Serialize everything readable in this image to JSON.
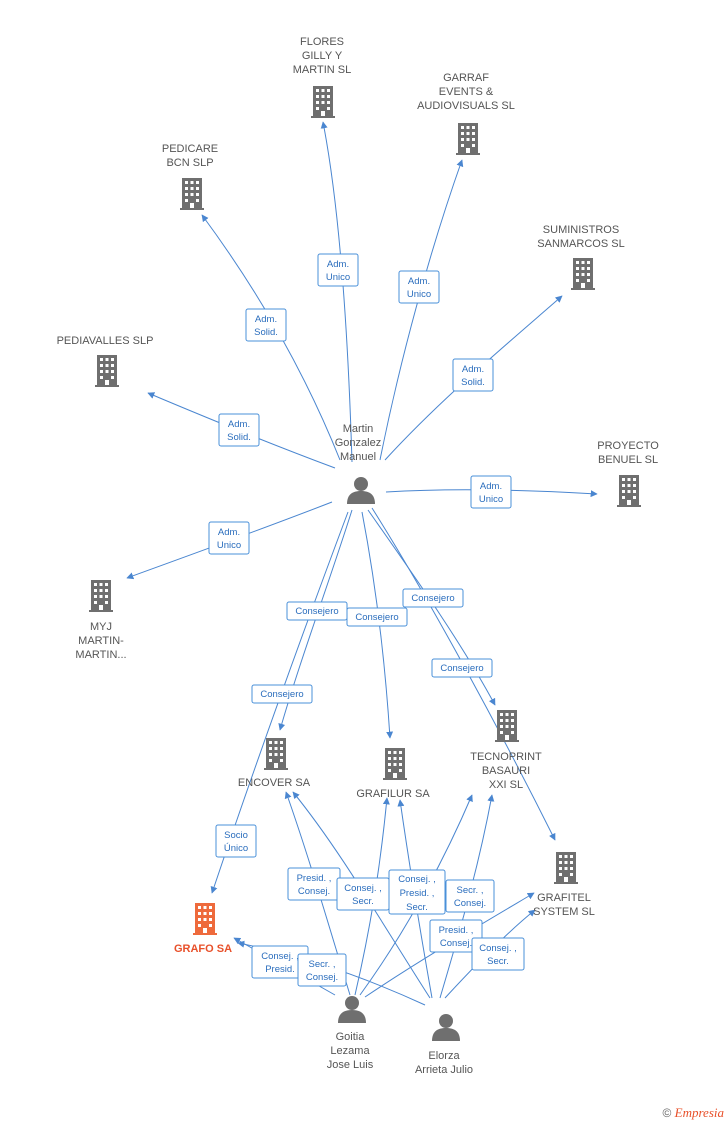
{
  "companies": [
    {
      "id": "flores",
      "lines": [
        "FLORES",
        "GILLY Y",
        "MARTIN SL"
      ],
      "highlight": false
    },
    {
      "id": "garraf",
      "lines": [
        "GARRAF",
        "EVENTS &",
        "AUDIOVISUALS SL"
      ],
      "highlight": false
    },
    {
      "id": "pedicare",
      "lines": [
        "PEDICARE",
        "BCN SLP"
      ],
      "highlight": false
    },
    {
      "id": "suministros",
      "lines": [
        "SUMINISTROS",
        "SANMARCOS SL"
      ],
      "highlight": false
    },
    {
      "id": "pediavalles",
      "lines": [
        "PEDIAVALLES SLP"
      ],
      "highlight": false
    },
    {
      "id": "proyecto",
      "lines": [
        "PROYECTO",
        "BENUEL  SL"
      ],
      "highlight": false
    },
    {
      "id": "myj",
      "lines": [
        "MYJ",
        "MARTIN-",
        "MARTIN..."
      ],
      "highlight": false
    },
    {
      "id": "encover",
      "lines": [
        "ENCOVER SA"
      ],
      "highlight": false
    },
    {
      "id": "grafilur",
      "lines": [
        "GRAFILUR SA"
      ],
      "highlight": false
    },
    {
      "id": "tecnoprint",
      "lines": [
        "TECNOPRINT",
        "BASAURI",
        "XXI SL"
      ],
      "highlight": false
    },
    {
      "id": "grafitel",
      "lines": [
        "GRAFITEL",
        "SYSTEM SL"
      ],
      "highlight": false
    },
    {
      "id": "grafo",
      "lines": [
        "GRAFO SA"
      ],
      "highlight": true
    }
  ],
  "persons": [
    {
      "id": "martin",
      "lines": [
        "Martin",
        "Gonzalez",
        "Manuel"
      ]
    },
    {
      "id": "goitia",
      "lines": [
        "Goitia",
        "Lezama",
        "Jose Luis"
      ]
    },
    {
      "id": "elorza",
      "lines": [
        "Elorza",
        "Arrieta Julio"
      ]
    }
  ],
  "roles": [
    {
      "id": "r1",
      "lines": [
        "Adm.",
        "Unico"
      ]
    },
    {
      "id": "r2",
      "lines": [
        "Adm.",
        "Unico"
      ]
    },
    {
      "id": "r3",
      "lines": [
        "Adm.",
        "Solid."
      ]
    },
    {
      "id": "r4",
      "lines": [
        "Adm.",
        "Solid."
      ]
    },
    {
      "id": "r5",
      "lines": [
        "Adm.",
        "Solid."
      ]
    },
    {
      "id": "r6",
      "lines": [
        "Adm.",
        "Unico"
      ]
    },
    {
      "id": "r7",
      "lines": [
        "Adm.",
        "Unico"
      ]
    },
    {
      "id": "r8",
      "lines": [
        "Consejero"
      ]
    },
    {
      "id": "r9",
      "lines": [
        "Consejero"
      ]
    },
    {
      "id": "r10",
      "lines": [
        "Consejero"
      ]
    },
    {
      "id": "r11",
      "lines": [
        "Consejero"
      ]
    },
    {
      "id": "r12",
      "lines": [
        "Consejero"
      ]
    },
    {
      "id": "r13",
      "lines": [
        "Socio",
        "Único"
      ]
    },
    {
      "id": "r14",
      "lines": [
        "Presid. ,",
        "Consej."
      ]
    },
    {
      "id": "r15",
      "lines": [
        "Consej. ,",
        "Secr."
      ]
    },
    {
      "id": "r16",
      "lines": [
        "Consej. ,",
        "Presid. ,",
        "Secr."
      ]
    },
    {
      "id": "r17",
      "lines": [
        "Secr. ,",
        "Consej."
      ]
    },
    {
      "id": "r18",
      "lines": [
        "Presid. ,",
        "Consej."
      ]
    },
    {
      "id": "r19",
      "lines": [
        "Consej. ,",
        "Secr."
      ]
    },
    {
      "id": "r20",
      "lines": [
        "Consej. ,",
        "Presid."
      ]
    },
    {
      "id": "r21",
      "lines": [
        "Secr. ,",
        "Consej."
      ]
    }
  ],
  "footer": {
    "copyright": "©",
    "brand": "Empresia"
  }
}
